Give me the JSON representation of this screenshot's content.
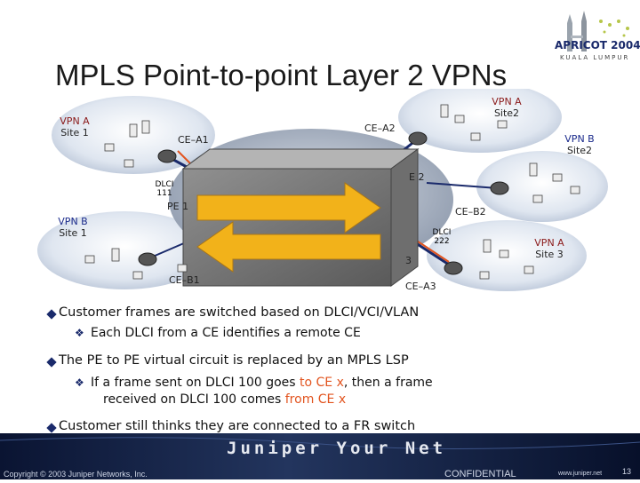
{
  "slide": {
    "title": "MPLS Point-to-point Layer 2 VPNs",
    "logo_text": "APRICOT 2004",
    "logo_sub": "KUALA LUMPUR",
    "page_number": "13"
  },
  "diagram": {
    "sites": {
      "vpn_a_site1": {
        "line1": "VPN A",
        "line2": "Site 1"
      },
      "vpn_a_site2": {
        "line1": "VPN A",
        "line2": "Site2"
      },
      "vpn_b_site2": {
        "line1": "VPN B",
        "line2": "Site2"
      },
      "vpn_b_site1": {
        "line1": "VPN B",
        "line2": "Site 1"
      },
      "vpn_a_site3": {
        "line1": "VPN A",
        "line2": "Site 3"
      }
    },
    "devices": {
      "ce_a1": "CE–A1",
      "ce_a2": "CE–A2",
      "ce_b2": "CE–B2",
      "ce_b1": "CE–B1",
      "ce_a3": "CE–A3",
      "pe1": "PE 1",
      "pe2": "E 2",
      "pe3": "3"
    },
    "dlci": {
      "left": {
        "line1": "DLCI",
        "line2": "111"
      },
      "right": {
        "line1": "DLCI",
        "line2": "222"
      }
    }
  },
  "bullets": [
    {
      "text": "Customer frames are switched based on DLCI/VCI/VLAN",
      "sub": [
        {
          "parts": [
            "Each DLCI from a CE identifies a remote CE"
          ]
        }
      ]
    },
    {
      "text": "The PE to PE virtual circuit is replaced by an MPLS LSP",
      "sub": [
        {
          "parts": [
            "If a frame sent on DLCI 100 goes ",
            "to CE x",
            ", then a frame"
          ],
          "line2_parts": [
            "received on DLCI 100 comes ",
            "from CE x"
          ]
        }
      ]
    },
    {
      "text": "Customer still thinks they are connected to a FR switch",
      "sub": []
    }
  ],
  "footer": {
    "copyright": "Copyright © 2003 Juniper Networks, Inc.",
    "brand": "Juniper Your Net",
    "confidential": "CONFIDENTIAL",
    "url": "www.juniper.net"
  },
  "colors": {
    "accent_red": "#8b1a1a",
    "accent_blue": "#1a2a8b",
    "highlight_orange": "#e2541f",
    "arrow_yellow": "#f2b21a",
    "footer_dark": "#0a1432"
  }
}
